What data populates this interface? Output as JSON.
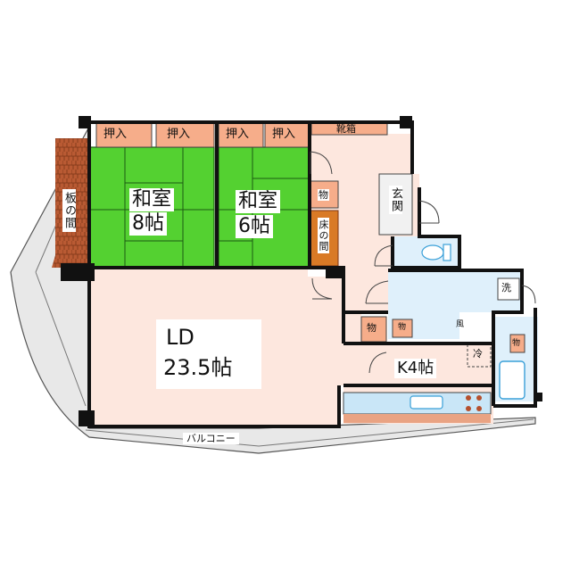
{
  "colors": {
    "wall": "#111111",
    "tatami": "#54d131",
    "tatami_line": "#1d5a12",
    "closet": "#f6ad8a",
    "wood": "#b95a33",
    "ld": "#fde7de",
    "wet": "#dff0fb",
    "wet_line": "#3aa0d8",
    "balcony": "#e8e8e8",
    "counter": "#c9e6f7"
  },
  "rooms": {
    "washitsu8": {
      "name": "和室",
      "size": "8帖"
    },
    "washitsu6": {
      "name": "和室",
      "size": "6帖"
    },
    "itanoma": "板の間",
    "tokonoma": "床の間",
    "genkan": "玄関",
    "ld": {
      "name": "LD",
      "size": "23.5帖"
    },
    "kitchen": "K4帖",
    "balcony": "バルコニー"
  },
  "storage": {
    "oshiire": [
      "押入",
      "押入",
      "押入",
      "押入"
    ],
    "kutsubako": "靴箱",
    "mono_tatami": "物",
    "mono_hall": "物",
    "mono_small": "物",
    "mono_bath": "物",
    "sentaku": "洗",
    "rei": "冷",
    "furo_tag": "風"
  }
}
